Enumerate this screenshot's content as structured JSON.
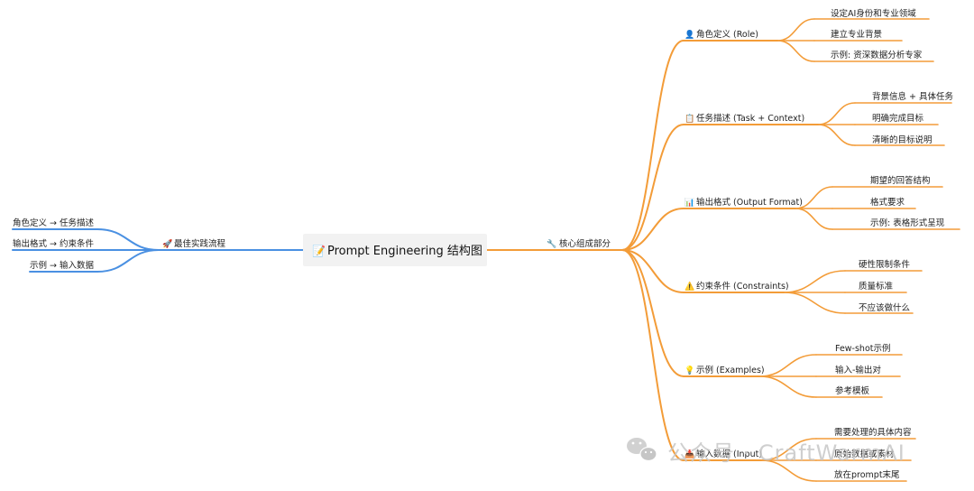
{
  "root": {
    "icon": "📝",
    "label": "Prompt Engineering 结构图"
  },
  "colors": {
    "orange": "#f39c38",
    "blue": "#4a90e2",
    "root_bg": "#f2f2f2"
  },
  "left_branch": {
    "icon": "🚀",
    "label": "最佳实践流程",
    "items": [
      "角色定义 → 任务描述",
      "输出格式 → 约束条件",
      "示例 → 输入数据"
    ]
  },
  "right_branch": {
    "icon": "🔧",
    "label": "核心组成部分",
    "sections": [
      {
        "icon": "👤",
        "label": "角色定义 (Role)",
        "items": [
          "设定AI身份和专业领域",
          "建立专业背景",
          "示例: 资深数据分析专家"
        ]
      },
      {
        "icon": "📋",
        "label": "任务描述 (Task + Context)",
        "items": [
          "背景信息 + 具体任务",
          "明确完成目标",
          "清晰的目标说明"
        ]
      },
      {
        "icon": "📊",
        "label": "输出格式 (Output Format)",
        "items": [
          "期望的回答结构",
          "格式要求",
          "示例: 表格形式呈现"
        ]
      },
      {
        "icon": "⚠️",
        "label": "约束条件 (Constraints)",
        "items": [
          "硬性限制条件",
          "质量标准",
          "不应该做什么"
        ]
      },
      {
        "icon": "💡",
        "label": "示例 (Examples)",
        "items": [
          "Few-shot示例",
          "输入-输出对",
          "参考模板"
        ]
      },
      {
        "icon": "📥",
        "label": "输入数据 (Input)",
        "items": [
          "需要处理的具体内容",
          "原始数据或素材",
          "放在prompt末尾"
        ]
      }
    ]
  },
  "watermark": {
    "icon": "wechat-icon",
    "text": "公众号 · CraftWarmAI"
  }
}
